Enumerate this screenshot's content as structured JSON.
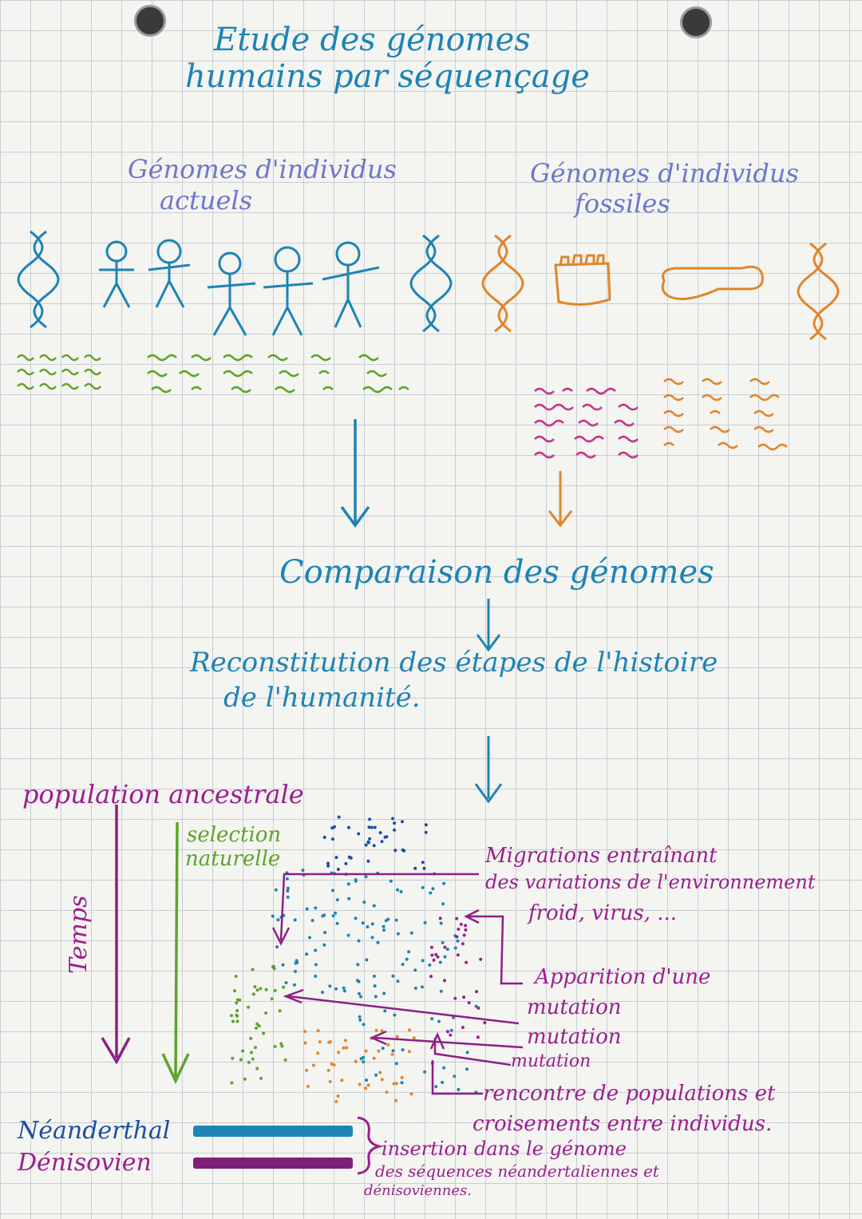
{
  "title": {
    "line1": "Etude des génomes",
    "line2": "humains par séquençage"
  },
  "current": {
    "label_line1": "Génomes d'individus",
    "label_line2": "actuels"
  },
  "fossil": {
    "label_line1": "Génomes d'individus",
    "label_line2": "fossiles"
  },
  "flow": {
    "comparison": "Comparaison des génomes",
    "reconstitution_line1": "Reconstitution des étapes de l'histoire",
    "reconstitution_line2": "de l'humanité."
  },
  "tree": {
    "ancestral": "population ancestrale",
    "selection_line1": "selection",
    "selection_line2": "naturelle",
    "time": "Temps",
    "migration_line1": "Migrations entraînant",
    "migration_line2": "des variations de l'environnement",
    "migration_line3": "froid, virus, ...",
    "mutation1_line1": "Apparition d'une",
    "mutation1_line2": "mutation",
    "mutation2": "mutation",
    "mutation3": "mutation",
    "meeting_line1": "rencontre de populations et",
    "meeting_line2": "croisements entre individus.",
    "neanderthal": "Néanderthal",
    "denisovan": "Dénisovien",
    "insertion_line1": "insertion dans le génome",
    "insertion_line2": "des séquences néandertaliennes et",
    "insertion_line3": "dénisoviennes."
  },
  "colors": {
    "blue": "#1d84b4",
    "lavender": "#6c78c8",
    "purple": "#9a1f8d",
    "green": "#5fa32b",
    "orange": "#e0852a",
    "magenta": "#c2348c"
  }
}
